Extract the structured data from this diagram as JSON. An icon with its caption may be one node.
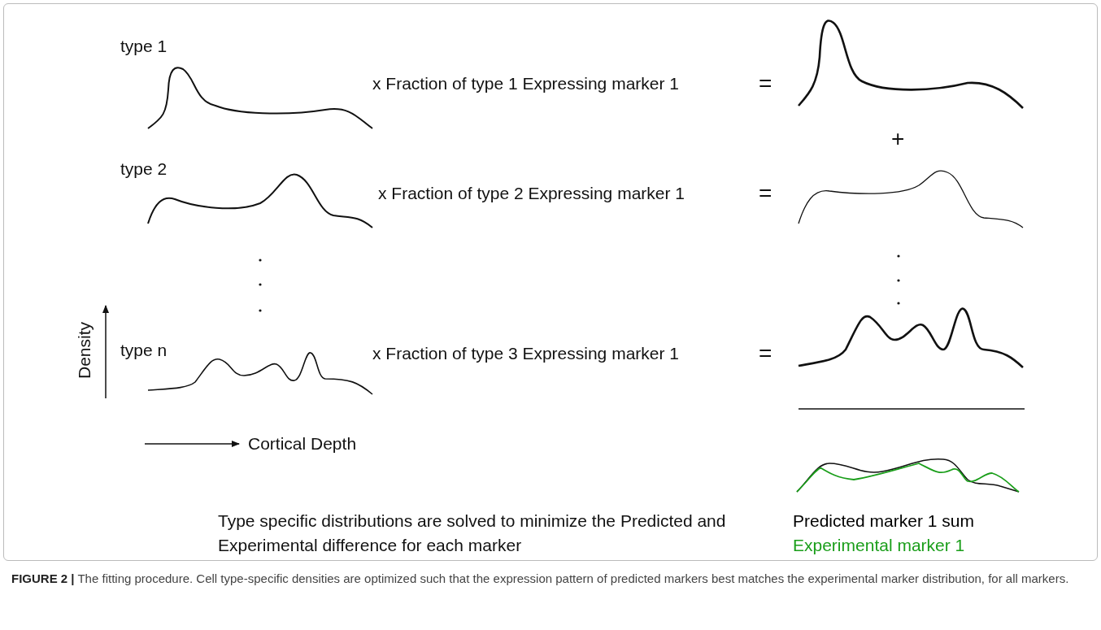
{
  "diagram": {
    "caption": "**FIGURE 2 |** The fitting procedure. Cell type-specific densities are optimized such that the expression pattern of predicted markers best matches the experimental marker distribution, for all markers.",
    "labels": [
      "type 1",
      "x Fraction of type 1 Expressing marker 1",
      "=",
      "+",
      "type 2",
      "x Fraction of type 2 Expressing marker 1",
      "=",
      "type n",
      "x Fraction of type 3 Expressing marker 1",
      "=",
      "Density",
      "Cortical Depth",
      "Type specific distributions are solved to minimize the Predicted and Experimental difference for each marker"
    ],
    "legend": [
      {
        "text": "Predicted marker 1 sum",
        "color": "#000000"
      },
      {
        "text": "Experimental marker 1",
        "color": "#1a9e1a"
      }
    ]
  }
}
